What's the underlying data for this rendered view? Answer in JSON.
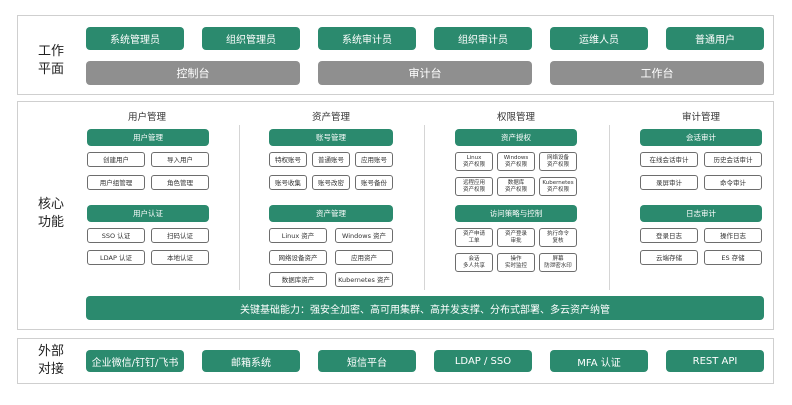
{
  "work_plane": {
    "label": "工作平面",
    "roles": [
      "系统管理员",
      "组织管理员",
      "系统审计员",
      "组织审计员",
      "运维人员",
      "普通用户"
    ],
    "consoles": [
      "控制台",
      "审计台",
      "工作台"
    ]
  },
  "core": {
    "label": "核心功能",
    "user_mgmt": {
      "title": "用户管理",
      "group1": {
        "header": "用户管理",
        "items": [
          "创建用户",
          "导入用户",
          "用户组管理",
          "角色管理"
        ]
      },
      "group2": {
        "header": "用户认证",
        "items": [
          "SSO 认证",
          "扫码认证",
          "LDAP 认证",
          "本地认证"
        ]
      }
    },
    "asset_mgmt": {
      "title": "资产管理",
      "group1": {
        "header": "账号管理",
        "items": [
          "特权账号",
          "普通账号",
          "应用账号",
          "账号收集",
          "账号改密",
          "账号备份"
        ]
      },
      "group2": {
        "header": "资产管理",
        "items": [
          "Linux 资产",
          "Windows 资产",
          "网络设备资产",
          "应用资产",
          "数据库资产",
          "Kubernetes 资产"
        ]
      }
    },
    "perm_mgmt": {
      "title": "权限管理",
      "group1": {
        "header": "资产授权",
        "items": [
          "Linux\n资产权限",
          "Windows\n资产权限",
          "网络设备\n资产权限",
          "远程应用\n资产权限",
          "数据库\n资产权限",
          "Kubernetes\n资产权限"
        ]
      },
      "group2": {
        "header": "访问策略与控制",
        "items": [
          "资产申请\n工单",
          "资产登录\n审批",
          "执行命令\n复核",
          "会话\n多人共享",
          "操作\n实时监控",
          "屏幕\n防泄密水印"
        ]
      }
    },
    "audit_mgmt": {
      "title": "审计管理",
      "group1": {
        "header": "会话审计",
        "items": [
          "在线会话审计",
          "历史会话审计",
          "录屏审计",
          "命令审计"
        ]
      },
      "group2": {
        "header": "日志审计",
        "items": [
          "登录日志",
          "操作日志",
          "云端存储",
          "ES 存储"
        ]
      }
    },
    "foundation": "关键基础能力：强安全加密、高可用集群、高并发支撑、分布式部署、多云资产纳管"
  },
  "external": {
    "label": "外部对接",
    "items": [
      "企业微信/钉钉/飞书",
      "邮箱系统",
      "短信平台",
      "LDAP / SSO",
      "MFA 认证",
      "REST API"
    ]
  },
  "colors": {
    "accent": "#2b8a6e",
    "console": "#8f8f8f"
  }
}
